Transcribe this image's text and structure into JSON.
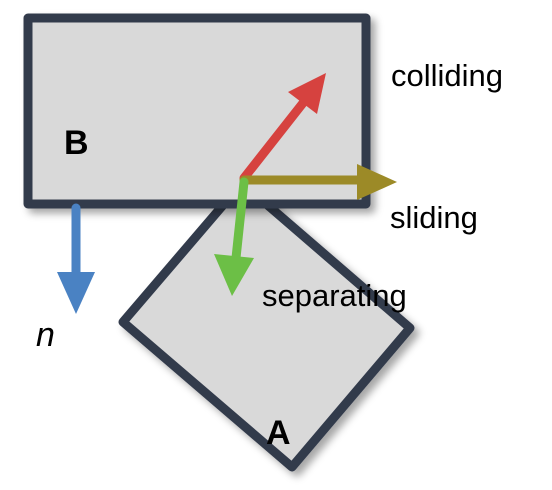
{
  "colors": {
    "box_fill": "#d9d9d9",
    "box_stroke": "#323a4c",
    "colliding": "#d6423f",
    "sliding": "#9c8a27",
    "separating": "#6cbf46",
    "normal": "#4a82c3"
  },
  "shapes": {
    "box_b": {
      "label": "B"
    },
    "box_a": {
      "label": "A"
    }
  },
  "arrows": {
    "colliding": {
      "label": "colliding"
    },
    "sliding": {
      "label": "sliding"
    },
    "separating": {
      "label": "separating"
    },
    "normal": {
      "label": "n"
    }
  }
}
